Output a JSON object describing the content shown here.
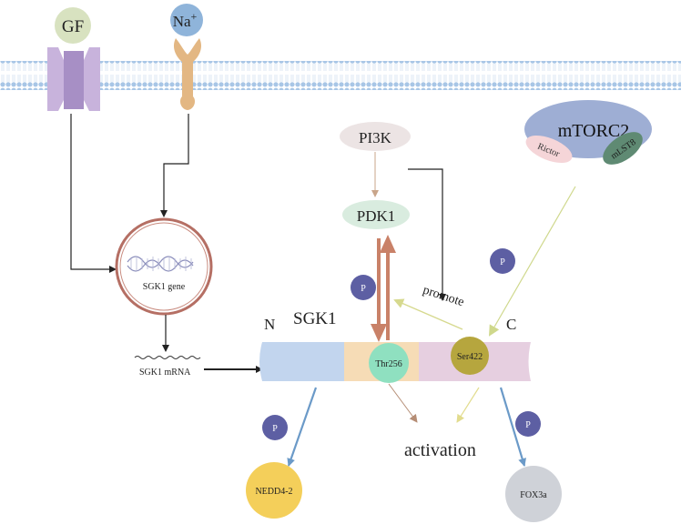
{
  "receptors": {
    "gf": "GF",
    "na": "Na",
    "na_charge": "+"
  },
  "gene": {
    "label": "SGK1 gene",
    "mrna_label": "SGK1 mRNA"
  },
  "kinases": {
    "pi3k": "PI3K",
    "pdk1": "PDK1",
    "mtorc2": "mTORC2",
    "rictor": "Rictor",
    "mlst8": "mLST8"
  },
  "protein": {
    "name": "SGK1",
    "n_term": "N",
    "c_term": "C",
    "thr256": "Thr256",
    "ser422": "Ser422"
  },
  "phospho_label": "P",
  "labels": {
    "promote": "promote",
    "activation": "activation"
  },
  "targets": {
    "nedd4": "NEDD4-2",
    "foxo3a": "FOX3a"
  },
  "colors": {
    "membrane": "#b9d3ec",
    "gf_circle": "#d8e2c0",
    "na_circle": "#8fb4da",
    "receptor_purple": "#c8b3dc",
    "receptor_orange": "#e3b783",
    "gene_ring": "#b56f64",
    "pi3k": "#ece4e4",
    "pdk1": "#d9ecdf",
    "mtorc2": "#9eaed4",
    "rictor": "#f5d5d8",
    "mlst8": "#5f8a73",
    "dual_arrow": "#c98168",
    "sgk1_blue": "#c2d5ee",
    "sgk1_orange": "#f6dcb6",
    "sgk1_pink": "#e6cfe0",
    "thr256": "#8fe0c0",
    "ser422": "#b6a63e",
    "phospho": "#5d5fa3",
    "nedd4": "#f4cf5a",
    "foxo3a": "#cfd2d8"
  }
}
